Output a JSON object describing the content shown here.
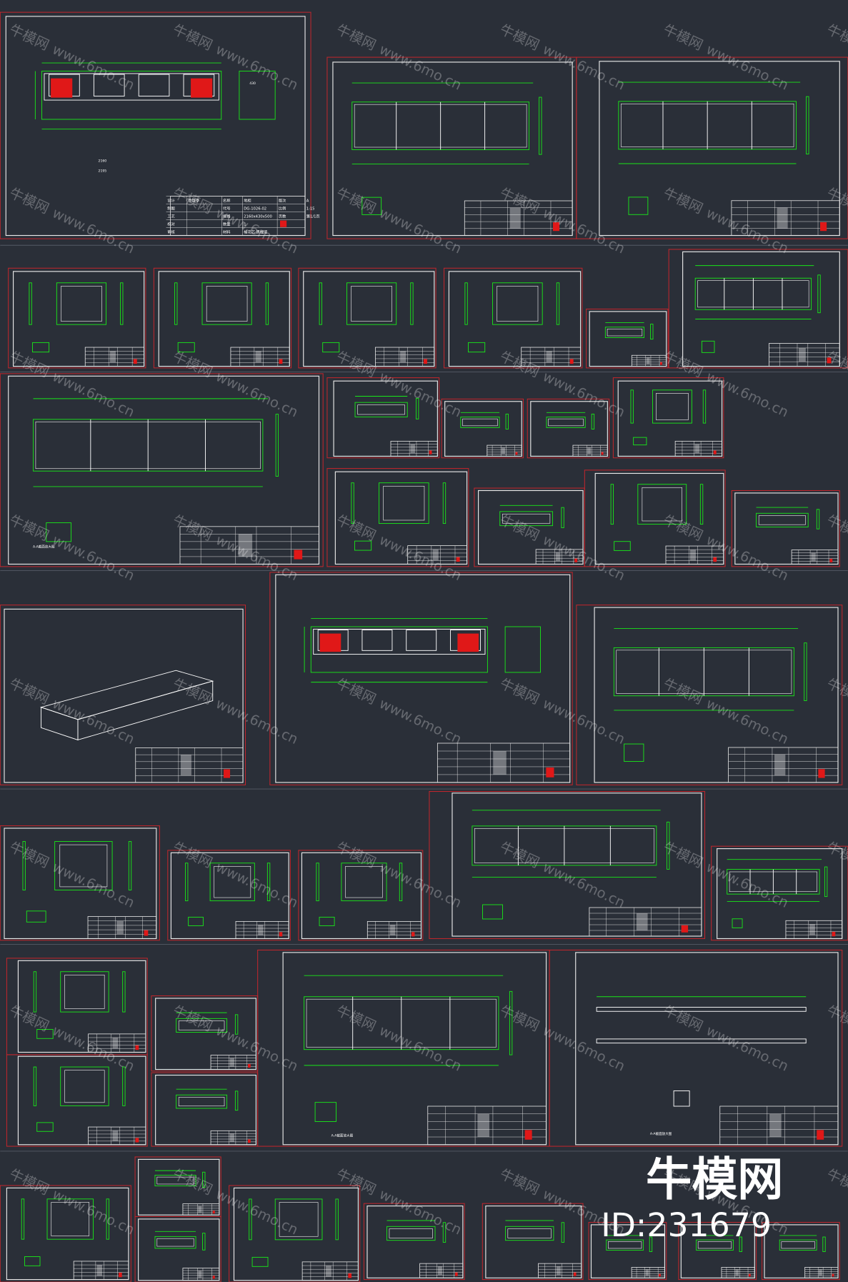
{
  "watermark": {
    "brand": "牛模网",
    "url": "www.6mo.cn"
  },
  "logo": {
    "text": "牛模网",
    "id_label": "ID:231679"
  },
  "title_block": {
    "rows": [
      [
        "设计",
        "金银亭",
        "名称",
        "地柜",
        "版次",
        "A"
      ],
      [
        "制图",
        "",
        "代号",
        "DG-1026-02",
        "比例",
        "1:15"
      ],
      [
        "工艺",
        "",
        "规格",
        "2160x430x500",
        "页数",
        "第1/1页"
      ],
      [
        "校对",
        "",
        "数量",
        "1",
        "",
        ""
      ],
      [
        "审核",
        "",
        "材料",
        "榆花芯·黑檀漆",
        "",
        ""
      ]
    ]
  },
  "captions": {
    "section_detail": "A-A截面放大图",
    "dim_2160": "2160",
    "dim_2195": "2195",
    "dim_430": "430"
  },
  "colors": {
    "background": "#2a2f38",
    "sheet_border": "#c0262c",
    "frame": "#e8e8e8",
    "drawing": "#19e619",
    "accent": "#e01818"
  }
}
